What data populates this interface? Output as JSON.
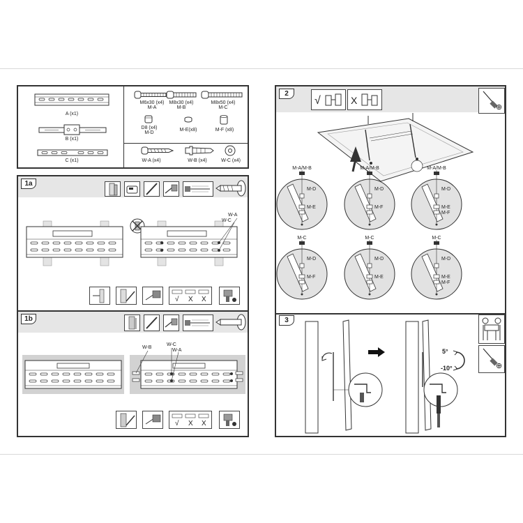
{
  "parts": {
    "bracket_a": "A (x1)",
    "bracket_b": "B (x1)",
    "bracket_c": "C (x1)",
    "ma_size": "M6x30 (x4)",
    "ma_code": "M-A",
    "mb_size": "M8x30 (x4)",
    "mb_code": "M-B",
    "mc_size": "M8x50 (x4)",
    "mc_code": "M-C",
    "md_size": "D8 (x4)",
    "md_code": "M-D",
    "me": "M-E(x8)",
    "mf": "M-F (x8)",
    "wa": "W-A (x4)",
    "wb": "W-B (x4)",
    "wc": "W-C (x4)"
  },
  "step1a": {
    "tab": "1a",
    "label_wa": "W-A",
    "label_wc": "W-C"
  },
  "step1b": {
    "tab": "1b",
    "label_wb": "W-B",
    "label_wc": "W-C",
    "label_wa": "W-A"
  },
  "step2": {
    "tab": "2",
    "circles": [
      {
        "top": "M-A/M-B",
        "a": "M-D",
        "b": "M-E",
        "c": ""
      },
      {
        "top": "M-A/M-B",
        "a": "M-D",
        "b": "M-F",
        "c": ""
      },
      {
        "top": "M-A/M-B",
        "a": "M-D",
        "b": "M-E",
        "c": "M-F"
      },
      {
        "top": "M-C",
        "a": "M-D",
        "b": "M-F",
        "c": ""
      },
      {
        "top": "M-C",
        "a": "M-D",
        "b": "M-E",
        "c": ""
      },
      {
        "top": "M-C",
        "a": "M-D",
        "b": "M-E",
        "c": "M-F"
      }
    ]
  },
  "step3": {
    "tab": "3",
    "tilt_up": "5°",
    "tilt_down": "-10°"
  },
  "marks": {
    "check": "√",
    "cross": "X",
    "plus": "⊕"
  }
}
